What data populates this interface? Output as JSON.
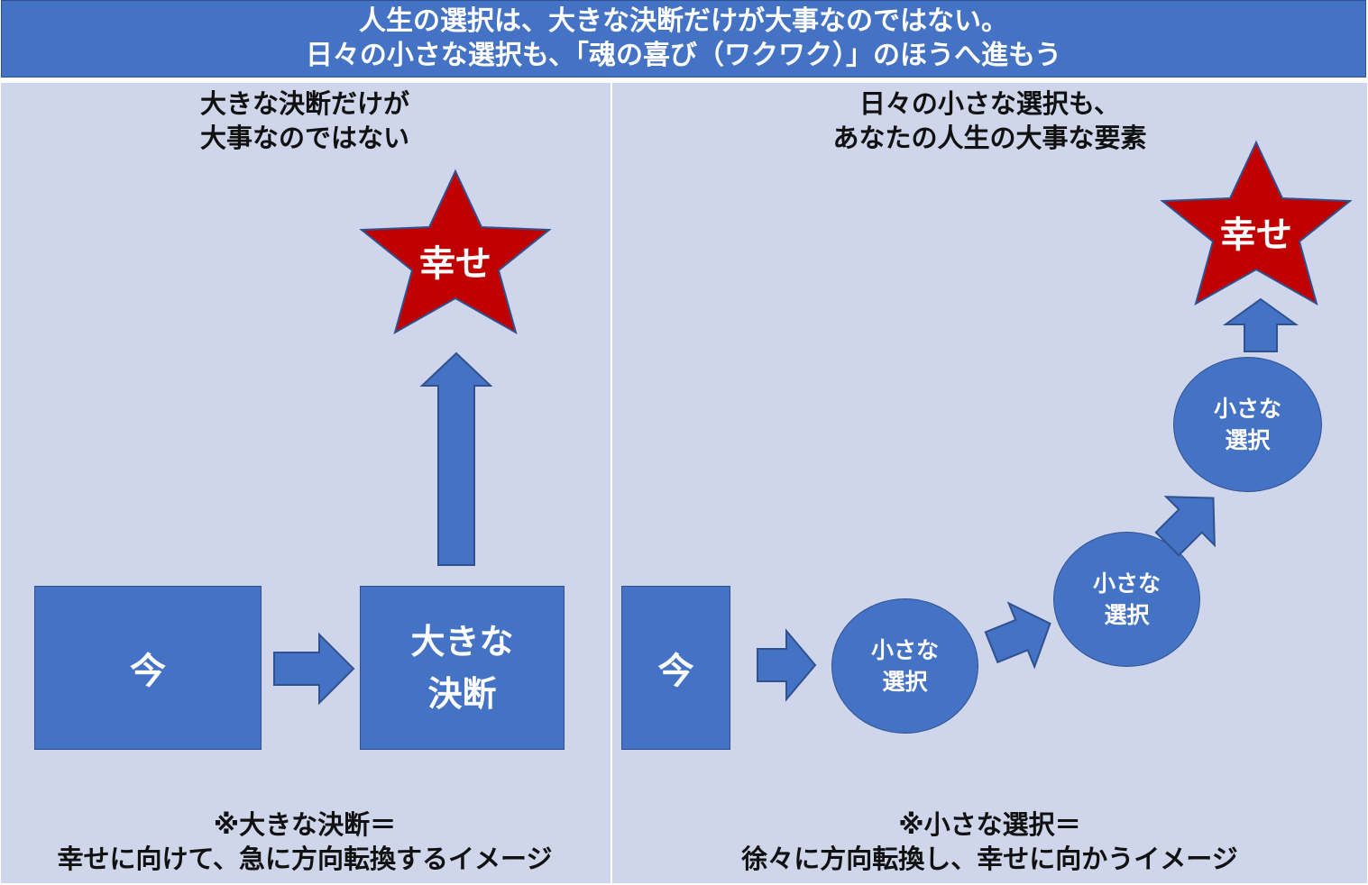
{
  "header": {
    "line1": "人生の選択は、大きな決断だけが大事なのではない。",
    "line2": "日々の小さな選択も、「魂の喜び（ワクワク）」のほうへ進もう"
  },
  "left": {
    "title_line1": "大きな決断だけが",
    "title_line2": "大事なのではない",
    "now_label": "今",
    "decision_line1": "大きな",
    "decision_line2": "決断",
    "happiness_label": "幸せ",
    "note_line1": "※大きな決断＝",
    "note_line2": "幸せに向けて、急に方向転換するイメージ"
  },
  "right": {
    "title_line1": "日々の小さな選択も、",
    "title_line2": "あなたの人生の大事な要素",
    "now_label": "今",
    "choice_line1": "小さな",
    "choice_line2": "選択",
    "happiness_label": "幸せ",
    "note_line1": "※小さな選択＝",
    "note_line2": "徐々に方向転換し、幸せに向かうイメージ"
  },
  "colors": {
    "shape_fill": "#4472c4",
    "shape_border": "#2f528f",
    "star_fill": "#c00000",
    "panel_bg": "#cfd5ea"
  }
}
